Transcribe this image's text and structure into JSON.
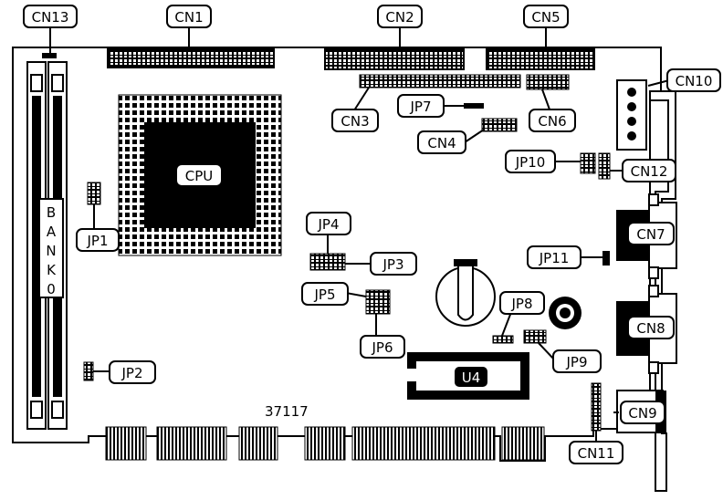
{
  "labels": {
    "cn13": "CN13",
    "cn1": "CN1",
    "cn2": "CN2",
    "cn5": "CN5",
    "cn10": "CN10",
    "cn3": "CN3",
    "jp7": "JP7",
    "cn6": "CN6",
    "cn4": "CN4",
    "jp10": "JP10",
    "cn12": "CN12",
    "cpu": "CPU",
    "jp1": "JP1",
    "jp4": "JP4",
    "jp3": "JP3",
    "cn7": "CN7",
    "jp11": "JP11",
    "jp5": "JP5",
    "jp8": "JP8",
    "cn8": "CN8",
    "jp6": "JP6",
    "jp2": "JP2",
    "u4": "U4",
    "jp9": "JP9",
    "cn9": "CN9",
    "cn11": "CN11",
    "bank": [
      "B",
      "A",
      "N",
      "K",
      "0"
    ]
  },
  "board_id": "37117",
  "colors": {
    "ink": "#000000",
    "paper": "#ffffff"
  }
}
